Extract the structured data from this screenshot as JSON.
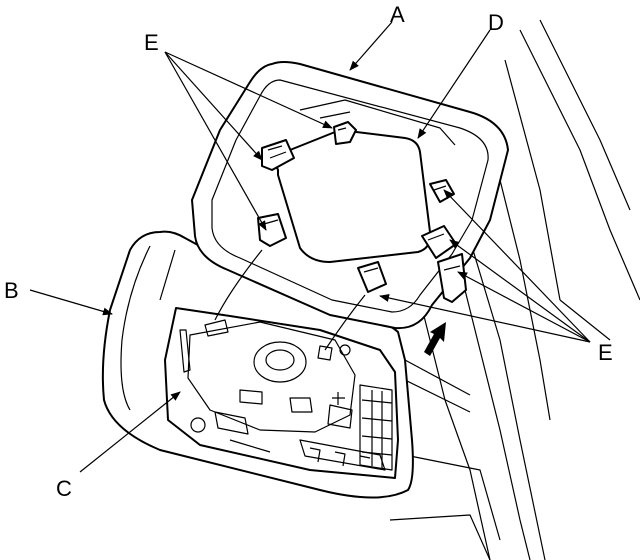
{
  "labels": {
    "a": "A",
    "b": "B",
    "c": "C",
    "d": "D",
    "e_top": "E",
    "e_right": "E"
  },
  "colors": {
    "line": "#000000",
    "background": "#ffffff"
  },
  "icons": {
    "direction": "arrow-up-right-icon"
  }
}
